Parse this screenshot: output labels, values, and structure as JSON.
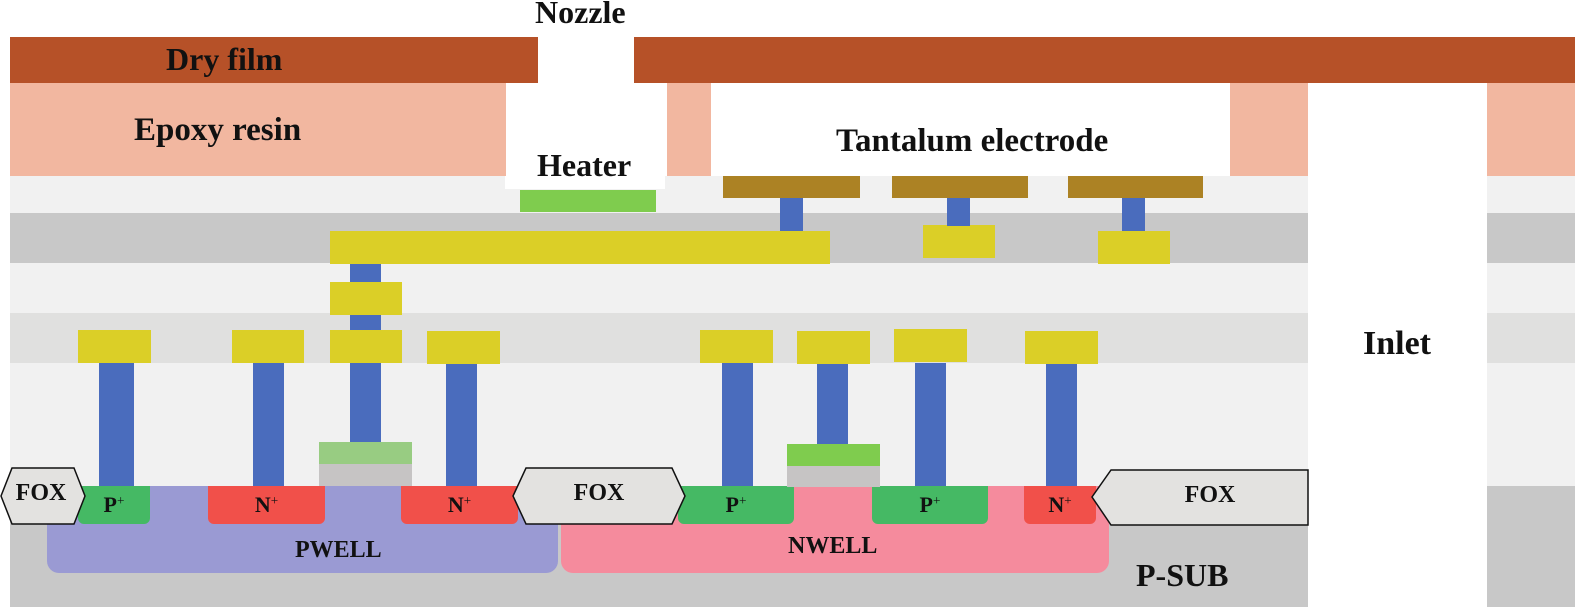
{
  "labels": {
    "nozzle": "Nozzle",
    "dry_film": "Dry film",
    "epoxy_resin": "Epoxy resin",
    "heater": "Heater",
    "tantalum_electrode": "Tantalum electrode",
    "inlet": "Inlet",
    "fox": "FOX",
    "pwell": "PWELL",
    "nwell": "NWELL",
    "psub": "P-SUB",
    "p_plus_base": "P",
    "n_plus_base": "N",
    "plus_sign": "+"
  },
  "colors": {
    "dry_film": "#b65128",
    "epoxy_resin": "#f2b7a0",
    "metal": "#dbcf27",
    "via": "#4a6cbd",
    "tantalum": "#ac8224",
    "heater": "#7fcc4e",
    "pwell": "#9a9ad3",
    "nwell": "#f58b9d",
    "p_plus": "#45b964",
    "n_plus": "#f1504a",
    "fox": "#e3e2e0",
    "substrate": "#c8c8c8"
  },
  "diffusions": [
    {
      "type": "P",
      "well": "PWELL"
    },
    {
      "type": "N",
      "well": "PWELL"
    },
    {
      "type": "N",
      "well": "PWELL"
    },
    {
      "type": "P",
      "well": "NWELL"
    },
    {
      "type": "P",
      "well": "NWELL"
    },
    {
      "type": "N",
      "well": "NWELL"
    }
  ]
}
